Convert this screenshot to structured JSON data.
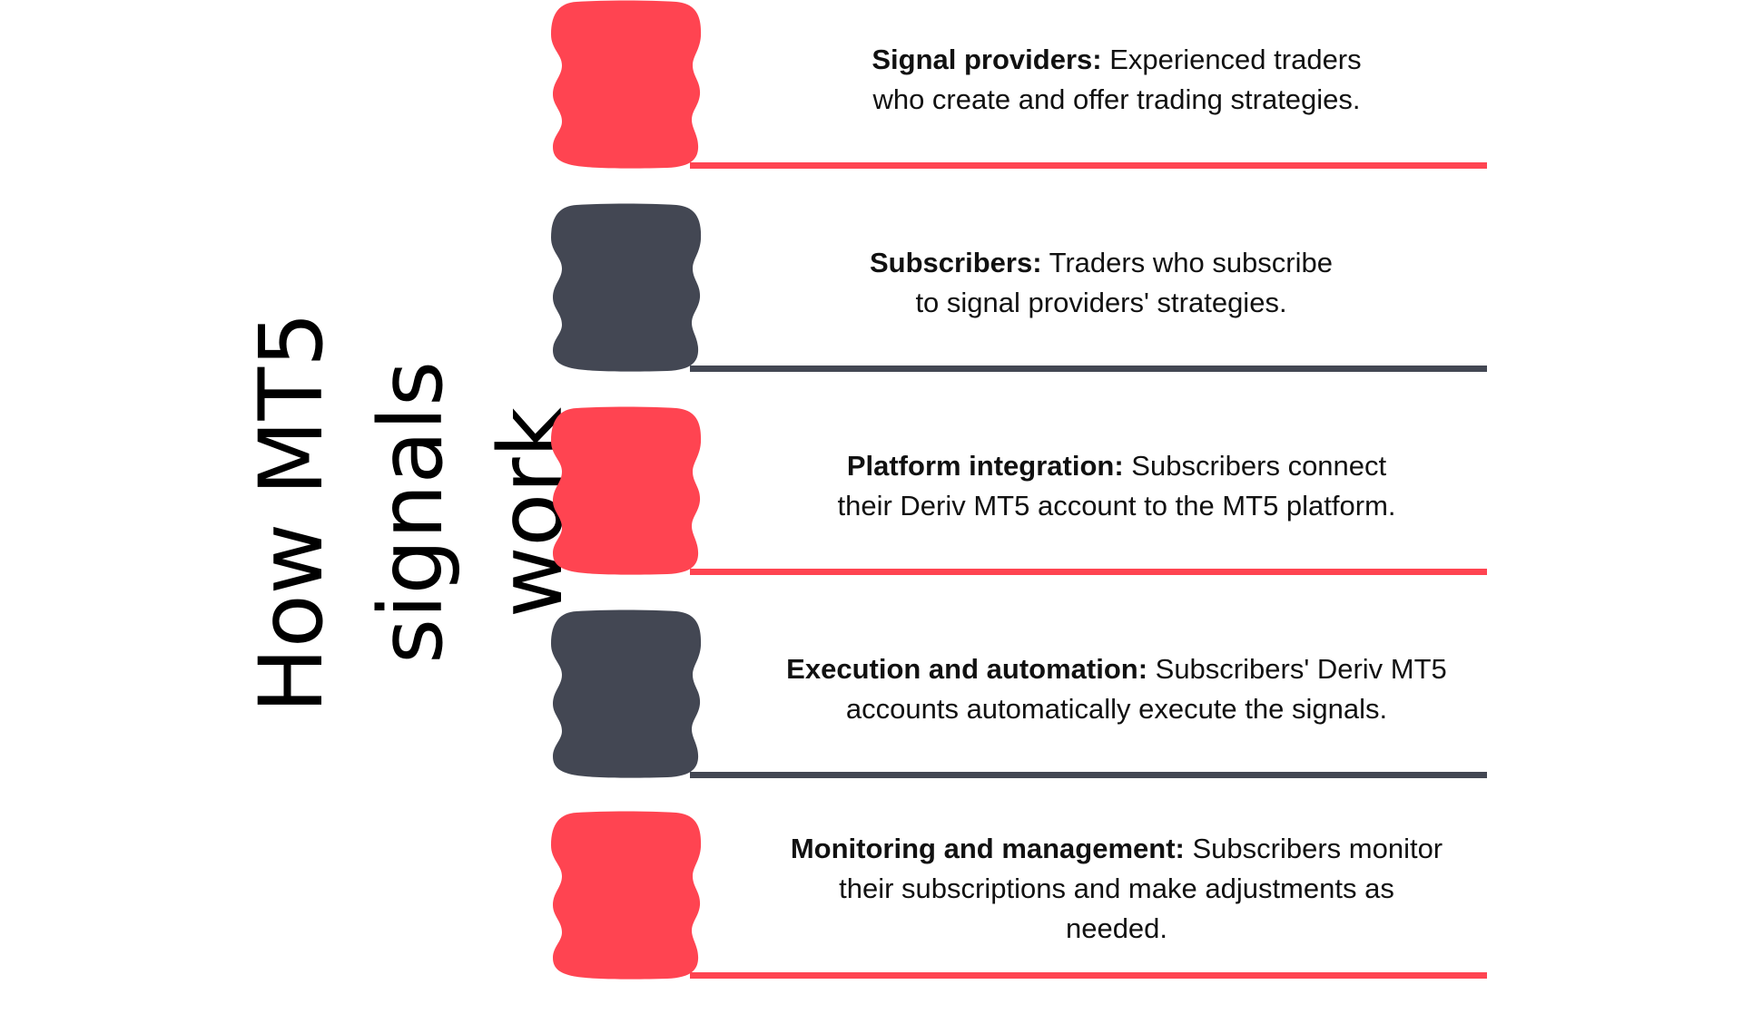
{
  "title": {
    "line1": "How MT5 signals",
    "line2": "work"
  },
  "colors": {
    "red": "#FF4451",
    "dark": "#434753",
    "text": "#111111"
  },
  "steps": [
    {
      "color": "red",
      "label": "Signal providers:",
      "text_line1": " Experienced traders",
      "text_line2": "who create and offer trading strategies.",
      "text_line3": ""
    },
    {
      "color": "dark",
      "label": "Subscribers:",
      "text_line1": " Traders who subscribe",
      "text_line2": "to signal providers' strategies.",
      "text_line3": ""
    },
    {
      "color": "red",
      "label": "Platform integration:",
      "text_line1": " Subscribers connect",
      "text_line2": "their Deriv MT5 account to the MT5 platform.",
      "text_line3": ""
    },
    {
      "color": "dark",
      "label": "Execution and automation:",
      "text_line1": " Subscribers' Deriv MT5",
      "text_line2": "accounts automatically execute the signals.",
      "text_line3": ""
    },
    {
      "color": "red",
      "label": "Monitoring and management:",
      "text_line1": " Subscribers monitor",
      "text_line2": "their subscriptions and make adjustments as",
      "text_line3": "needed."
    }
  ]
}
